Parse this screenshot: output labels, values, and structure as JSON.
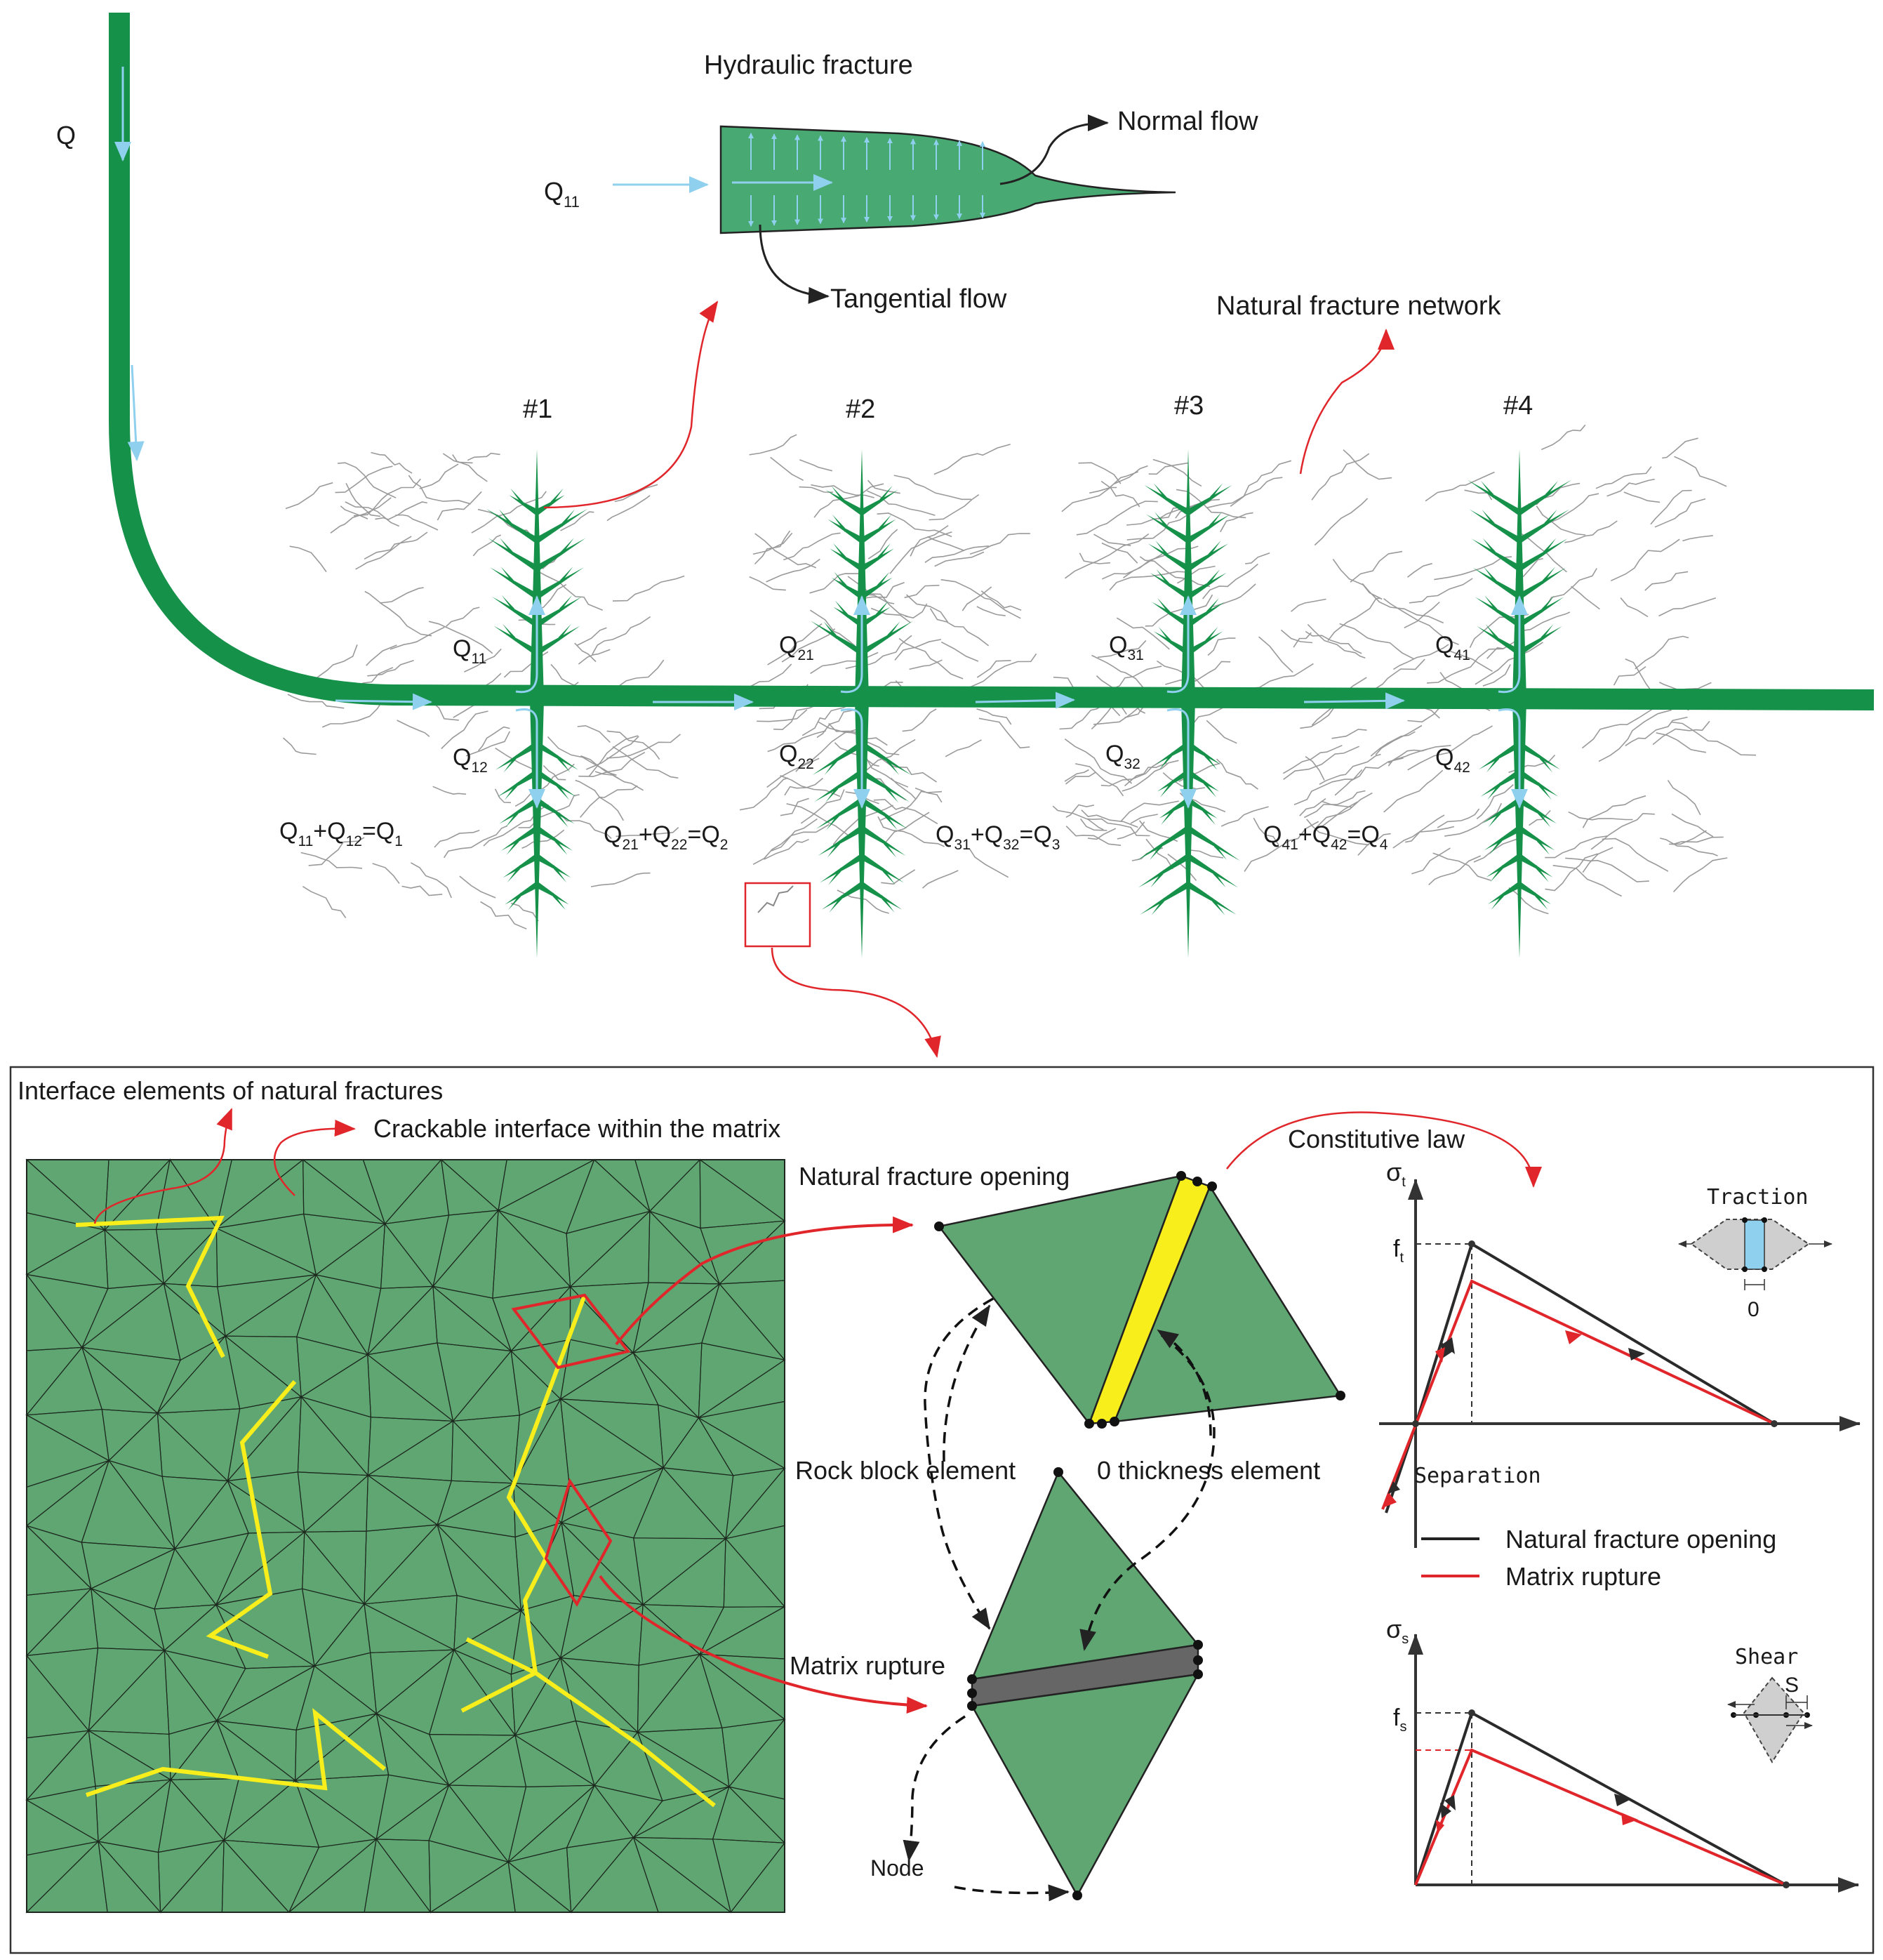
{
  "top": {
    "well_rate": "Q",
    "hydraulic_fracture": {
      "title": "Hydraulic fracture",
      "inflow": "Q",
      "inflow_sub": "11",
      "normal_flow": "Normal flow",
      "tangential_flow": "Tangential flow"
    },
    "network_label": "Natural fracture network",
    "stages": [
      {
        "id": "#1",
        "up": "11",
        "down": "12",
        "sum_sub": "1"
      },
      {
        "id": "#2",
        "up": "21",
        "down": "22",
        "sum_sub": "2"
      },
      {
        "id": "#3",
        "up": "31",
        "down": "32",
        "sum_sub": "3"
      },
      {
        "id": "#4",
        "up": "41",
        "down": "42",
        "sum_sub": "4"
      }
    ]
  },
  "bottom": {
    "interface_natural": "Interface elements of natural fractures",
    "crackable_interface": "Crackable interface within the matrix",
    "natural_opening": "Natural fracture opening",
    "rock_block": "Rock block element",
    "zero_thickness": "0 thickness element",
    "matrix_rupture": "Matrix rupture",
    "node": "Node",
    "constitutive_law": "Constitutive law",
    "tension_chart": {
      "y_symbol": "σ",
      "y_sub": "t",
      "peak_symbol": "f",
      "peak_sub": "t",
      "mode": "Traction",
      "zero_label": "0",
      "separation": "Separation"
    },
    "shear_chart": {
      "y_symbol": "σ",
      "y_sub": "s",
      "peak_symbol": "f",
      "peak_sub": "s",
      "mode": "Shear",
      "slip_label": "S"
    },
    "legend": [
      {
        "label": "Natural fracture opening",
        "color": "#222222"
      },
      {
        "label": "Matrix rupture",
        "color": "#e0262a"
      }
    ]
  },
  "colors": {
    "fracture_green": "#16914a",
    "mesh_green": "#5fa672",
    "flow_blue": "#8fd0ef",
    "highlight_red": "#e0262a",
    "natural_yellow": "#f7ee1b"
  }
}
